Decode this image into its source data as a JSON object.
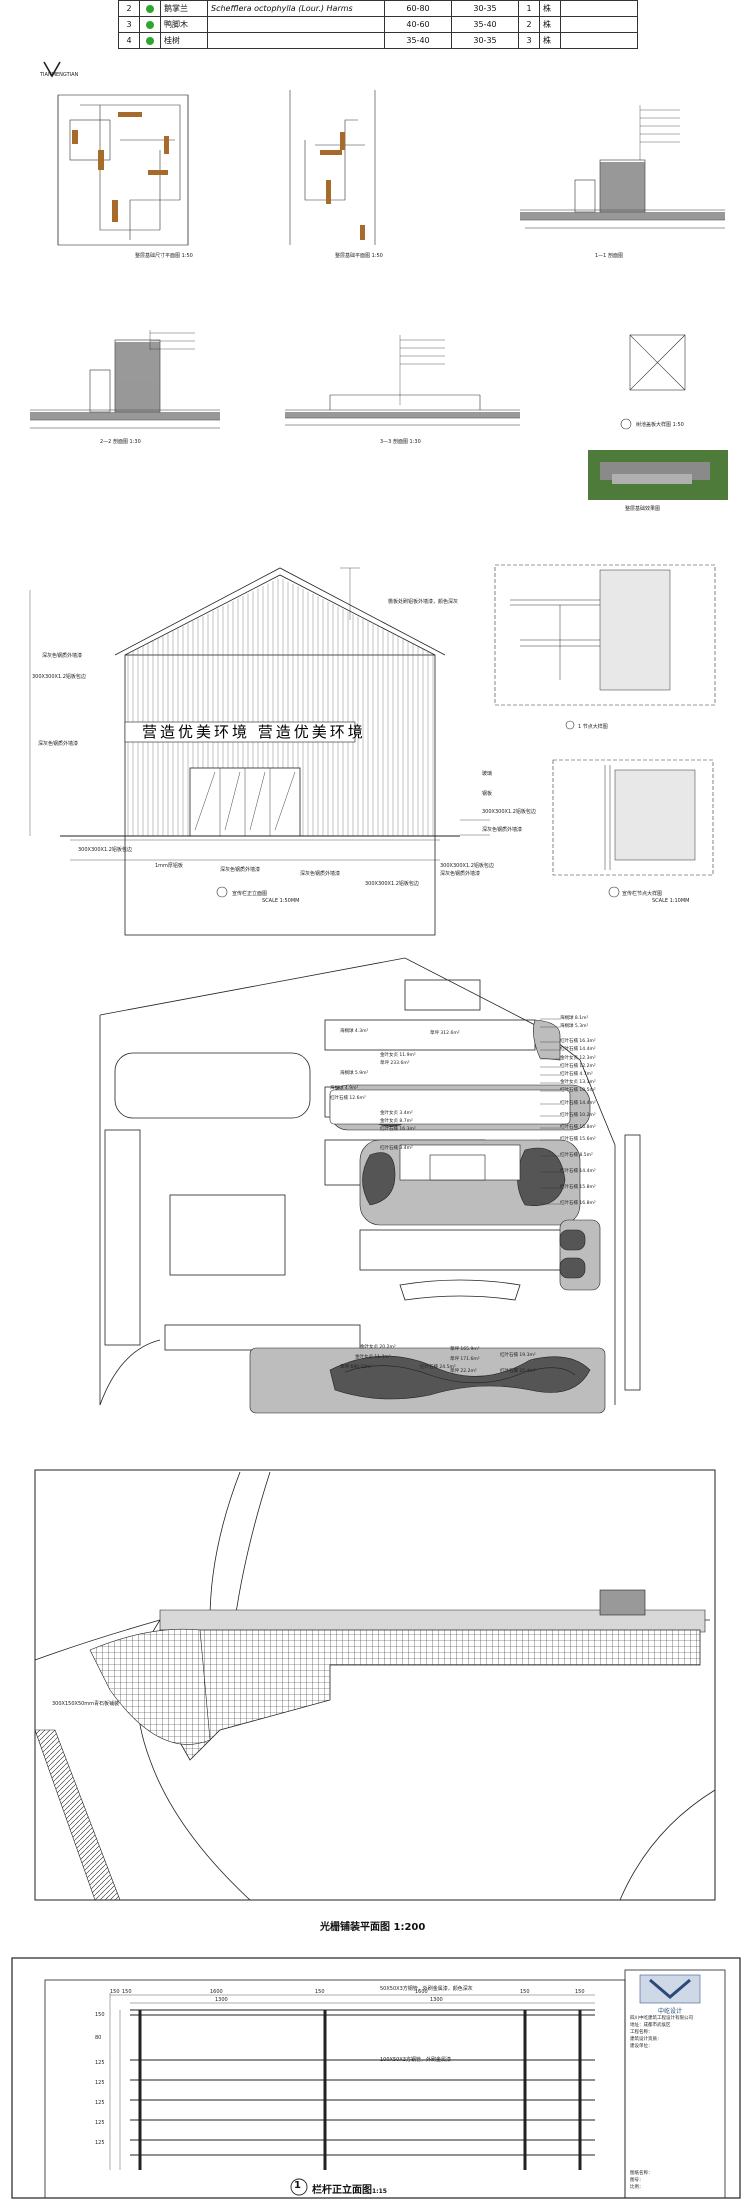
{
  "plant_table": {
    "rows": [
      {
        "no": "2",
        "name": "鹅掌兰",
        "latin": "Schefflera octophylla (Lour.) Harms",
        "h": "60-80",
        "w": "30-35",
        "qty": "1",
        "unit": "株"
      },
      {
        "no": "3",
        "name": "鸭脚木",
        "latin": "",
        "h": "40-60",
        "w": "35-40",
        "qty": "2",
        "unit": "株"
      },
      {
        "no": "4",
        "name": "桂树",
        "latin": "",
        "h": "35-40",
        "w": "30-35",
        "qty": "3",
        "unit": "株"
      }
    ],
    "leaf_color": "#2fa52f"
  },
  "sheet1": {
    "logo_caption": "TIANMENGTIAN",
    "captions": {
      "plan_a": "整层基础尺寸平面图 1:50",
      "plan_b": "整层基础平面图 1:50",
      "sec_1": "1—1 剖面图",
      "sec_2": "2—2 剖面图 1:30",
      "sec_3": "3—3 剖面图 1:30",
      "detail": "树池盖板大样图 1:50",
      "render": "整层基础效果图"
    }
  },
  "sheet2": {
    "facade_text": "营造优美环境  营造优美环境",
    "note_top": "檐板处刷铝板外墙漆，颜色深灰",
    "left_notes": [
      "深灰色钢质外墙漆",
      "300X300X1.2铝板包边",
      "深灰色钢质外墙漆"
    ],
    "bottom_notes": [
      "300X300X1.2铝板包边",
      "1mm厚铝板",
      "深灰色钢质外墙漆",
      "深灰色钢质外墙漆",
      "300X300X1.2铝板包边",
      "300X300X1.2铝板包边",
      "深灰色钢质外墙漆"
    ],
    "right_notes": [
      "玻璃",
      "钢板",
      "300X300X1.2铝板包边",
      "深灰色钢质外墙漆"
    ],
    "captions": {
      "elev": "宣传栏正立面图",
      "elev_scale": "SCALE 1:50MM",
      "det_a": "1 节点大样图",
      "det_b": "宣传栏节点大样图",
      "det_b_scale": "SCALE 1:10MM"
    }
  },
  "sheet3": {
    "right_labels": [
      "海桐球 8.1m²",
      "海桐球 5.3m²",
      "红叶石楠 16.3m²",
      "红叶石楠 14.4m²",
      "金叶女贞 12.3m²",
      "红叶石楠 12.2m²",
      "红叶石楠 4.7m²",
      "金叶女贞 13.1m²",
      "红叶石楠 10.5m²",
      "红叶石楠 14.4m²",
      "红叶石楠 10.2m²",
      "红叶石楠 15.8m²",
      "红叶石楠 15.6m²",
      "红叶石楠 8.5m²",
      "红叶石楠 14.4m²",
      "红叶石楠 15.8m²"
    ],
    "mid_labels": [
      "海桐球 4.3m²",
      "草坪 312.6m²",
      "金叶女贞 11.9m²",
      "草坪 233.6m²",
      "海桐球 5.9m²",
      "海桐球 4.9m²",
      "红叶石楠 12.6m²",
      "金叶女贞 3.4m²",
      "金叶女贞 8.7m²",
      "红叶石楠 16.3m²",
      "红叶石楠 3.4m²"
    ],
    "bottom_labels": [
      "金叶女贞 20.2m²",
      "草坪 165.9m²",
      "红叶石楠 19.3m²",
      "金叶女贞 11.3m²",
      "草坪 171.6m²",
      "草坪 690.22m²",
      "红叶石楠 24.5m²",
      "草坪 22.2m²",
      "红叶石楠 25.4m²"
    ],
    "extra_label": "红叶石楠 16.8m²"
  },
  "sheet4": {
    "paving_label": "300X150X50mm青石板铺装",
    "caption": "光栅铺装平面图",
    "scale": "1:200"
  },
  "sheet5": {
    "dims_top": [
      "150",
      "150",
      "1600",
      "1600",
      "150",
      "150",
      "150"
    ],
    "dims_mid": [
      "1300",
      "1300"
    ],
    "left_dims": [
      "150",
      "80",
      "125",
      "125",
      "125",
      "125",
      "125"
    ],
    "note_a": "50X50X3方钢管，外刷金属漆，颜色深灰",
    "note_b": "100X50X3方钢管，外刷金属漆",
    "caption_num": "1",
    "caption": "栏杆正立面图",
    "caption_scale": "1:15",
    "company": "中屹设计",
    "tb_lines": [
      "四川中屹建筑工程设计有限公司",
      "地址：成都市武侯区",
      "工程名称：",
      "建筑设计资质：",
      "建设单位：",
      "图纸名称：",
      "图号：",
      "比例："
    ]
  }
}
